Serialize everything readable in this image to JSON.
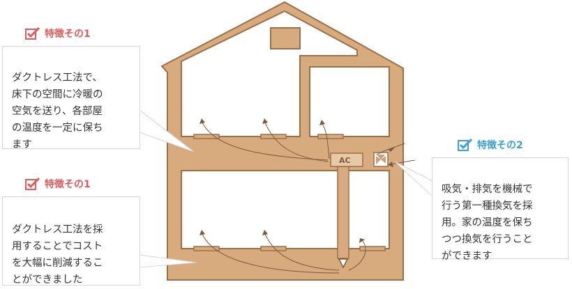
{
  "colors": {
    "wall": "#9b7047",
    "wall_fill": "#d8ab7f",
    "interior": "#ffffff",
    "arrow": "#7f5a39",
    "red_accent": "#e05a5a",
    "blue_accent": "#3a9fd8",
    "callout_border": "#d6d6d6",
    "callout_text": "#333333"
  },
  "feature_a": {
    "icon": "checkbox-check-icon",
    "label": "特徴その1",
    "text": "ダクトレス工法で、\n床下の空間に冷暖の\n空気を送り、各部屋\nの温度を一定に保ち\nます"
  },
  "feature_b": {
    "icon": "checkbox-check-icon",
    "label": "特徴その1",
    "text": "ダクトレス工法を採\n用することでコスト\nを大幅に削減するこ\nとができました"
  },
  "feature_c": {
    "icon": "checkbox-check-icon",
    "label": "特徴その2",
    "text": "吸気・排気を機械で\n行う第一種換気を採\n用。家の温度を保ち\nつつ換気を行うこと\nができます"
  },
  "house": {
    "ac_label": "AC",
    "ventilation_icon": "fan-icon",
    "vent_icon": "floor-vent-icon"
  }
}
